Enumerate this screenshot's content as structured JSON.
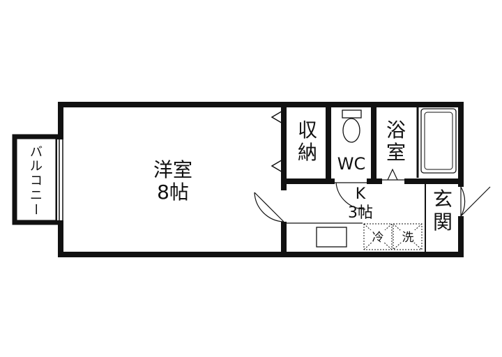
{
  "rooms": {
    "western_room": {
      "name": "洋室",
      "size": "8帖"
    },
    "storage": {
      "line1": "収",
      "line2": "納"
    },
    "toilet": {
      "name": "WC"
    },
    "bath": {
      "line1": "浴",
      "line2": "室"
    },
    "kitchen": {
      "name": "K",
      "size": "3帖"
    },
    "entrance": {
      "line1": "玄",
      "line2": "関"
    },
    "balcony": {
      "chars": [
        "バ",
        "ル",
        "コ",
        "ニ",
        "ー"
      ]
    }
  },
  "appliances": {
    "fridge": "冷",
    "washer": "洗"
  }
}
